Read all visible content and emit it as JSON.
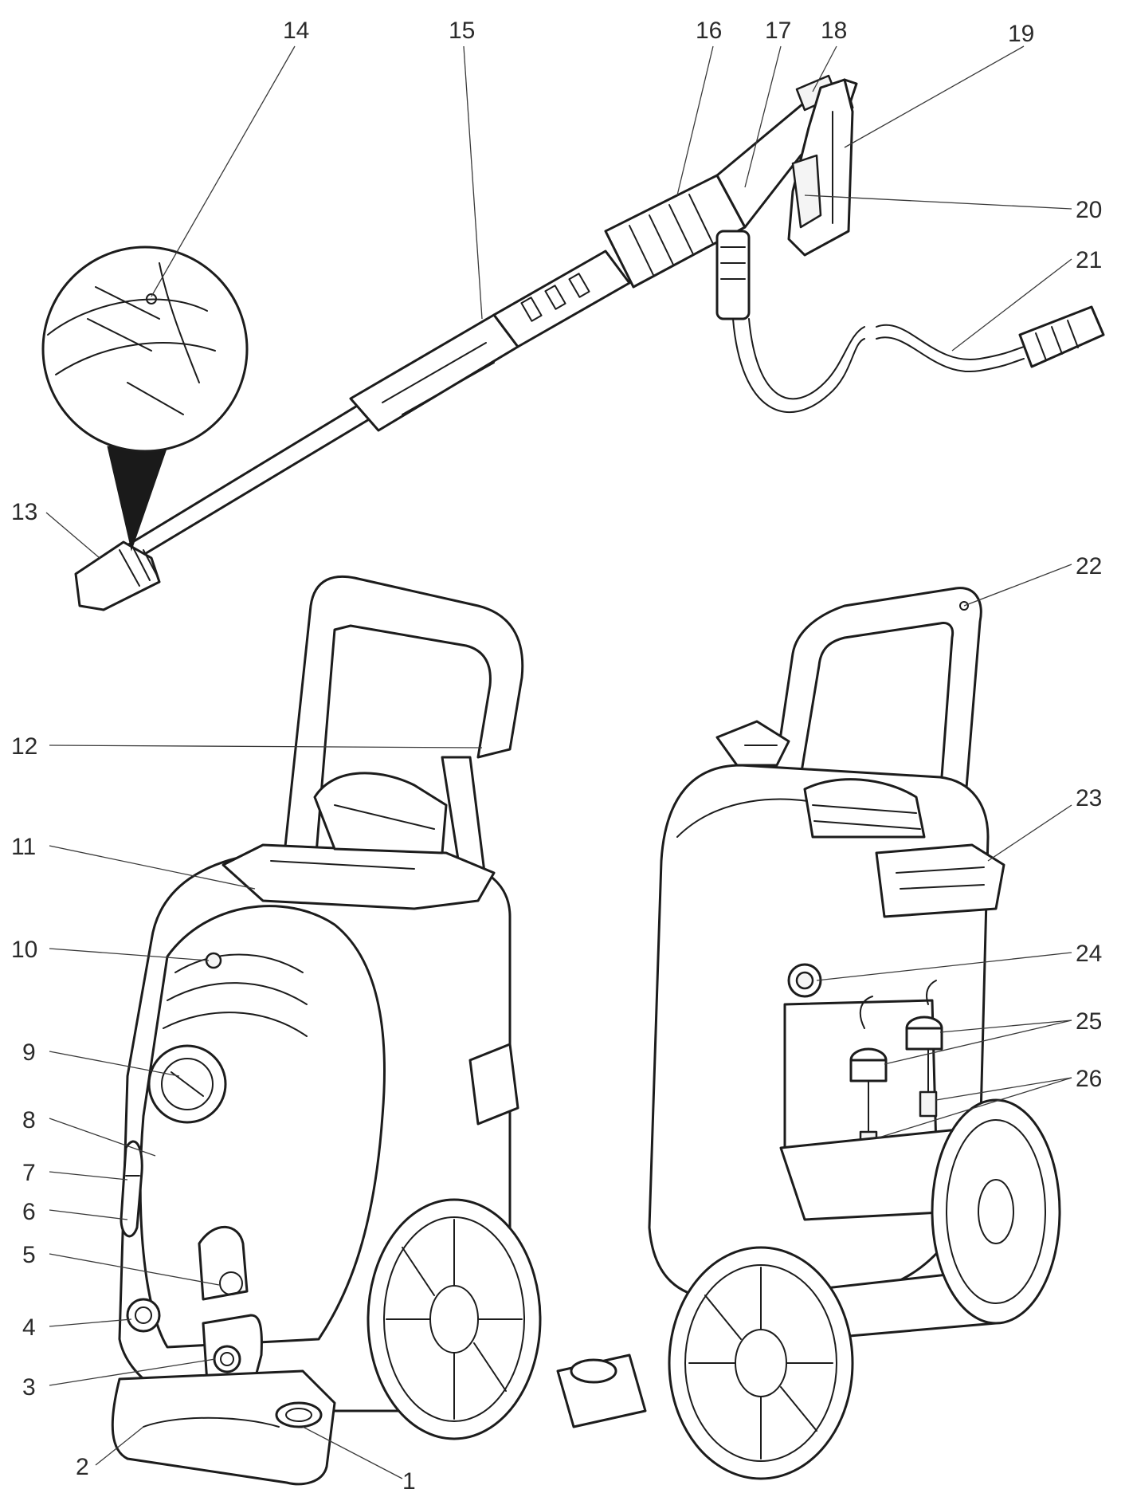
{
  "callouts": [
    {
      "id": "1",
      "label": "1"
    },
    {
      "id": "2",
      "label": "2"
    },
    {
      "id": "3",
      "label": "3"
    },
    {
      "id": "4",
      "label": "4"
    },
    {
      "id": "5",
      "label": "5"
    },
    {
      "id": "6",
      "label": "6"
    },
    {
      "id": "7",
      "label": "7"
    },
    {
      "id": "8",
      "label": "8"
    },
    {
      "id": "9",
      "label": "9"
    },
    {
      "id": "10",
      "label": "10"
    },
    {
      "id": "11",
      "label": "11"
    },
    {
      "id": "12",
      "label": "12"
    },
    {
      "id": "13",
      "label": "13"
    },
    {
      "id": "14",
      "label": "14"
    },
    {
      "id": "15",
      "label": "15"
    },
    {
      "id": "16",
      "label": "16"
    },
    {
      "id": "17",
      "label": "17"
    },
    {
      "id": "18",
      "label": "18"
    },
    {
      "id": "19",
      "label": "19"
    },
    {
      "id": "20",
      "label": "20"
    },
    {
      "id": "21",
      "label": "21"
    },
    {
      "id": "22",
      "label": "22"
    },
    {
      "id": "23",
      "label": "23"
    },
    {
      "id": "24",
      "label": "24"
    },
    {
      "id": "25",
      "label": "25"
    },
    {
      "id": "26",
      "label": "26"
    }
  ],
  "colors": {
    "ink": "#1c1c1c",
    "background": "#ffffff",
    "label": "#2b2b2b"
  }
}
